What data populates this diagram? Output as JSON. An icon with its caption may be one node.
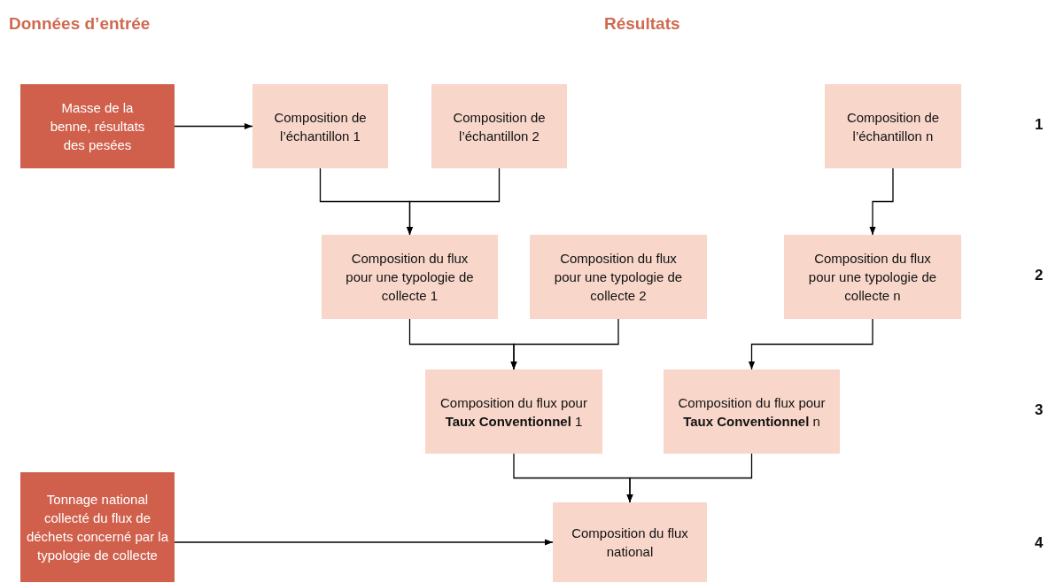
{
  "diagram": {
    "nodes": [
      {
        "text": [
          "Masse de la benne, résultats des pesées"
        ]
      },
      {
        "text": [
          "Composition de l’échantillon 1"
        ]
      },
      {
        "text": [
          "Composition de l’échantillon 2"
        ]
      },
      {
        "text": [
          "Composition de l’échantillon n"
        ]
      },
      {
        "text": [
          "Composition du flux pour une typologie de collecte 1"
        ]
      },
      {
        "text": [
          "Composition du flux pour une typologie de collecte 2"
        ]
      },
      {
        "text": [
          "Composition du flux pour une typologie de collecte n"
        ]
      },
      {
        "text": [
          "Composition du flux pour **Taux Conventionnel** 1"
        ]
      },
      {
        "text": [
          "Composition du flux pour **Taux Conventionnel** n"
        ]
      },
      {
        "text": [
          "Tonnage national collecté du flux de déchets concerné par la typologie de collecte"
        ]
      },
      {
        "text": [
          "Composition du flux national"
        ]
      }
    ],
    "edges": [
      {
        "from": 0,
        "to": 1,
        "arrow": "to"
      },
      {
        "from": 1,
        "to": 4,
        "arrow": "to"
      },
      {
        "from": 2,
        "to": 4,
        "arrow": "to"
      },
      {
        "from": 3,
        "to": 6,
        "arrow": "to"
      },
      {
        "from": 4,
        "to": 7,
        "arrow": "to"
      },
      {
        "from": 5,
        "to": 7,
        "arrow": "to"
      },
      {
        "from": 6,
        "to": 8,
        "arrow": "to"
      },
      {
        "from": 7,
        "to": 10,
        "arrow": "to"
      },
      {
        "from": 8,
        "to": 10,
        "arrow": "to"
      },
      {
        "from": 9,
        "to": 10,
        "arrow": "to"
      }
    ],
    "labels": [
      "Données d’entrée",
      "Résultats",
      "1",
      "2",
      "3",
      "4"
    ]
  }
}
